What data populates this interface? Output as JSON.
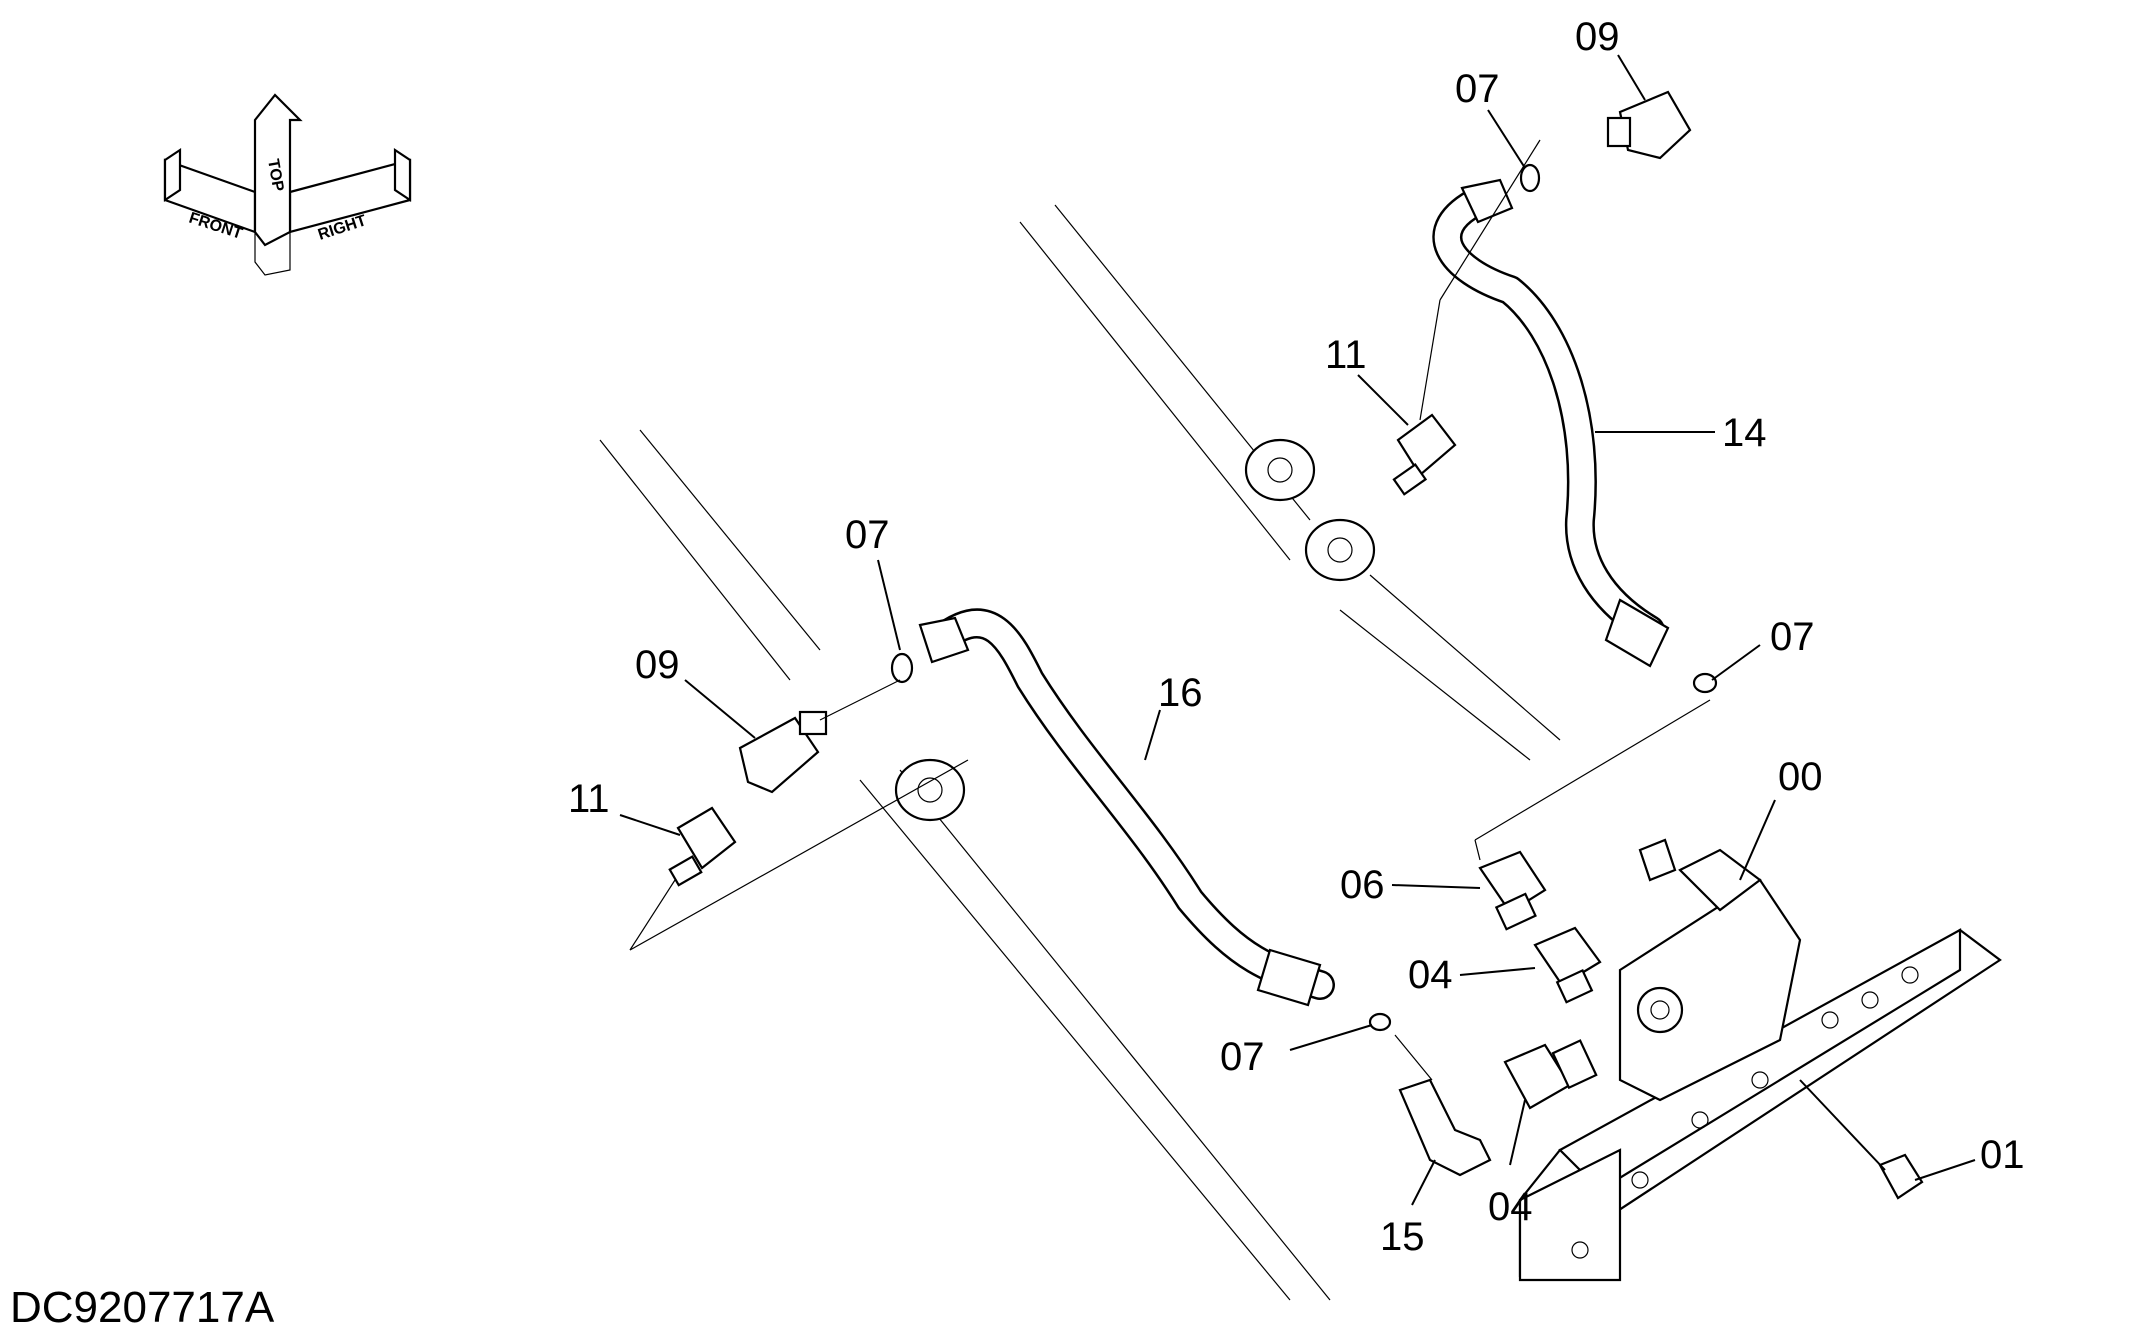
{
  "diagram": {
    "orientation": {
      "front_label": "FRONT",
      "top_label": "TOP",
      "right_label": "RIGHT"
    },
    "callouts": [
      "09",
      "07",
      "11",
      "14",
      "07",
      "09",
      "11",
      "16",
      "07",
      "00",
      "06",
      "04",
      "07",
      "04",
      "15",
      "01"
    ],
    "document_code": "DC9207717A"
  }
}
